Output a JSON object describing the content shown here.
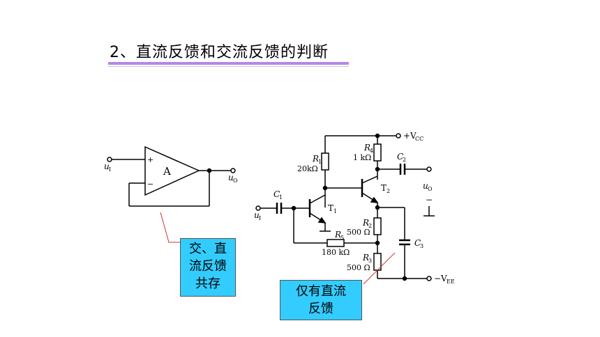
{
  "slide": {
    "title": "2、直流反馈和交流反馈的判断",
    "callout_left_lines": [
      "交、直",
      "流反馈",
      "共存"
    ],
    "callout_right_lines": [
      "仅有直流",
      "反馈"
    ]
  },
  "opamp_circuit": {
    "amp_label": "A",
    "plus_label": "+",
    "minus_label": "−",
    "input_label": "u",
    "input_sub": "I",
    "output_label": "u",
    "output_sub": "O"
  },
  "transistor_circuit": {
    "vcc_label": "+V",
    "vcc_sub": "CC",
    "vee_label": "−V",
    "vee_sub": "EE",
    "R1": {
      "name": "R",
      "sub": "1",
      "value": "20kΩ"
    },
    "R4": {
      "name": "R",
      "sub": "4",
      "value": "1 kΩ"
    },
    "R2": {
      "name": "R",
      "sub": "2",
      "value": "500 Ω"
    },
    "R3": {
      "name": "R",
      "sub": "3",
      "value": "500 Ω"
    },
    "R5": {
      "name": "R",
      "sub": "5",
      "value": "180 kΩ"
    },
    "C1": {
      "name": "C",
      "sub": "1"
    },
    "C2": {
      "name": "C",
      "sub": "2"
    },
    "C3": {
      "name": "C",
      "sub": "3"
    },
    "T1": {
      "name": "T",
      "sub": "1"
    },
    "T2": {
      "name": "T",
      "sub": "2"
    },
    "input_label": "u",
    "input_sub": "I",
    "output_label": "u",
    "output_sub": "O"
  }
}
